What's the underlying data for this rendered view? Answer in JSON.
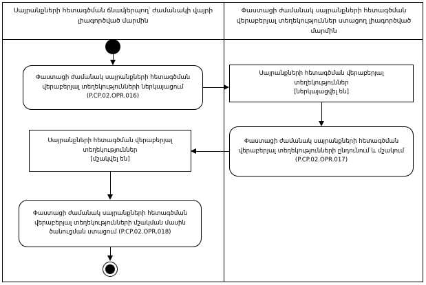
{
  "diagram": {
    "type": "activity-diagram",
    "lanes": [
      {
        "id": "lane-left",
        "title": "Սայրանքների հետագծման ճնшմյերպող՝ ժամանակի վայրի լիագործված մարմին"
      },
      {
        "id": "lane-right",
        "title": "Փաստացի ժամանակ սայրանքների հետագծման վերաբերյալ տեղեկություններ ստացող լիագործված մարմին"
      }
    ],
    "nodes": [
      {
        "id": "start",
        "kind": "initial-node",
        "label": ""
      },
      {
        "id": "action-1",
        "kind": "action",
        "shape": "rounded",
        "label": "Փաստացի ժամանակ սայրանքների հետագծման վերաբերյալ տեղեկությունների ներկայացում\n(P.CP.02.OPR.016)"
      },
      {
        "id": "object-1",
        "kind": "object",
        "shape": "rect",
        "label": "Սայրանքների հետագծման վերաբերյալ տեղեկություններ\n[ներկայացվել են]"
      },
      {
        "id": "action-2",
        "kind": "action",
        "shape": "rounded",
        "label": "Փաստացի ժամանակ սայրանքների հետագծման վերաբերյալ տեղեկությունների ընդունում և մշակում\n(P.CP.02.OPR.017)"
      },
      {
        "id": "object-2",
        "kind": "object",
        "shape": "rect",
        "label": "Սայրանքների հետագծման վերաբերյալ տեղեկություններ\n[մշակվել են]"
      },
      {
        "id": "action-3",
        "kind": "action",
        "shape": "rounded",
        "label": "Փաստացի ժամանակ սայրանքների հետագծման վերաբերյալ տեղեկությունների մշակման մասին ծանուցման ստացում (P.CP.02.OPR.018)"
      },
      {
        "id": "end",
        "kind": "final-node",
        "label": ""
      }
    ],
    "edges": [
      {
        "from": "start",
        "to": "action-1",
        "direction": "down"
      },
      {
        "from": "action-1",
        "to": "object-1",
        "direction": "right"
      },
      {
        "from": "object-1",
        "to": "action-2",
        "direction": "down"
      },
      {
        "from": "action-2",
        "to": "object-2",
        "direction": "left"
      },
      {
        "from": "object-2",
        "to": "action-3",
        "direction": "down"
      },
      {
        "from": "action-3",
        "to": "end",
        "direction": "down"
      }
    ],
    "colors": {
      "stroke": "#000000",
      "fill": "#ffffff",
      "text": "#000000"
    }
  }
}
